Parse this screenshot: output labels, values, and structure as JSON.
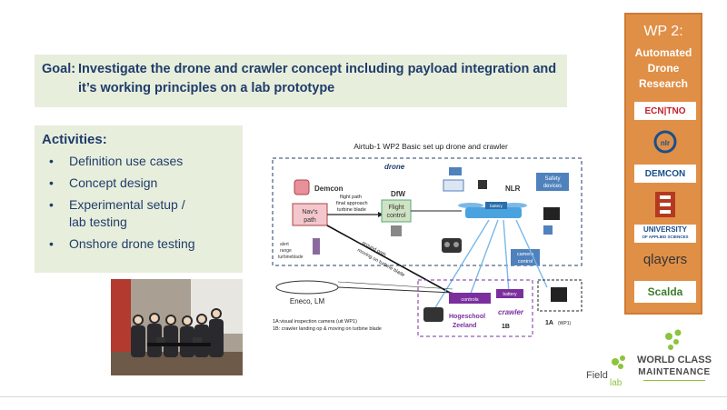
{
  "goal": {
    "label": "Goal:",
    "line1": "Investigate the drone and crawler concept including payload integration and",
    "line2": "it’s working principles on a lab prototype"
  },
  "activities": {
    "title": "Activities:",
    "items": [
      "Definition use cases",
      "Concept design",
      "Experimental setup /",
      "lab testing",
      "Onshore drone testing"
    ]
  },
  "diagram": {
    "title": "Airtub-1  WP2 Basic set up drone and crawler",
    "drone_label": "drone",
    "demcon": "Demcon",
    "navs_path_1": "Nav's",
    "navs_path_2": "path",
    "flight_path_1": "flight path",
    "flight_path_2": "final approach",
    "flight_path_3": "turbine blade",
    "dfw": "DfW",
    "flight_control_1": "Flight",
    "flight_control_2": "control",
    "nlr": "NLR",
    "safety_devices_1": "Safety",
    "safety_devices_2": "devices",
    "battery": "battery",
    "camera_control_1": "camera",
    "camera_control_2": "control",
    "alert_1": "alert",
    "alert_2": "range",
    "alert_3": "turbineblade",
    "ground_path_1": "ground path",
    "ground_path_2": "moving on turbine blade",
    "eneco": "Eneco, LM",
    "crawler": "crawler",
    "hogeschool_1": "Hogeschool",
    "hogeschool_2": "Zeeland",
    "label_1b": "1B",
    "label_1a": "1A",
    "label_wp1": "(WP1)",
    "note_1": "1A:visual inspection camera (uit WP1)",
    "note_2": "1B: crawler landing op & moving on turbine blade",
    "controls": "controls"
  },
  "wp": {
    "title": "WP 2:",
    "sub1": "Automated",
    "sub2": "Drone",
    "sub3": "Research"
  },
  "logos": {
    "ecn_tno": "ECN|TNO",
    "demcon": "DEMCON",
    "university_1": "UNIVERSITY",
    "university_2": "OF APPLIED SCIENCES",
    "qlayers": "qlayers",
    "scalda": "Scalda",
    "fieldlab": "Field",
    "fieldlab_2": "lab",
    "wcm_1": "WORLD CLASS",
    "wcm_2": "MAINTENANCE"
  },
  "colors": {
    "navy": "#1f3d6b",
    "panel_green": "#e8eedc",
    "wp_orange": "#e08f46",
    "purple": "#7b2f9e",
    "blue": "#4f81bd"
  }
}
